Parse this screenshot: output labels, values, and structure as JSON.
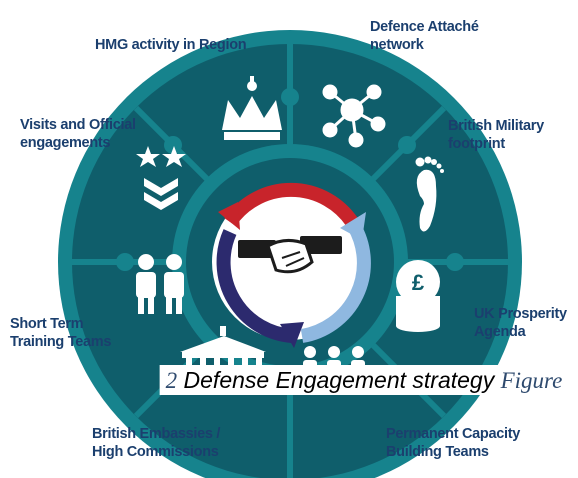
{
  "labels": {
    "hmg": [
      "HMG activity in Region"
    ],
    "defence_attache": [
      "Defence Attaché",
      "network"
    ],
    "military_footprint": [
      "British Military",
      "footprint"
    ],
    "prosperity": [
      "UK Prosperity",
      "Agenda"
    ],
    "capacity_teams": [
      "Permanent Capacity",
      "Building Teams"
    ],
    "embassies": [
      "British Embassies /",
      "High Commissions"
    ],
    "training_teams": [
      "Short Term",
      "Training Teams"
    ],
    "visits": [
      "Visits and Official",
      "engagements"
    ]
  },
  "caption": {
    "number": "2",
    "title": "Defense Engagement strategy",
    "suffix": "Figure"
  },
  "icons": {
    "crown": "crown-icon",
    "network": "network-icon",
    "footprint": "footprint-icon",
    "pound_coins": "pound-coins-icon",
    "people": "people-icon",
    "embassy": "embassy-building-icon",
    "two_people": "two-people-icon",
    "rank_insignia": "rank-insignia-icon",
    "handshake": "handshake-icon"
  },
  "colors": {
    "ring": "#16838d",
    "segments": "#0f5e6b",
    "inner": "#0f5e6b",
    "label_text": "#1b3f6e",
    "arrow_red": "#c8242b",
    "arrow_navy": "#2c2a6e",
    "arrow_light": "#8fb8e0"
  }
}
